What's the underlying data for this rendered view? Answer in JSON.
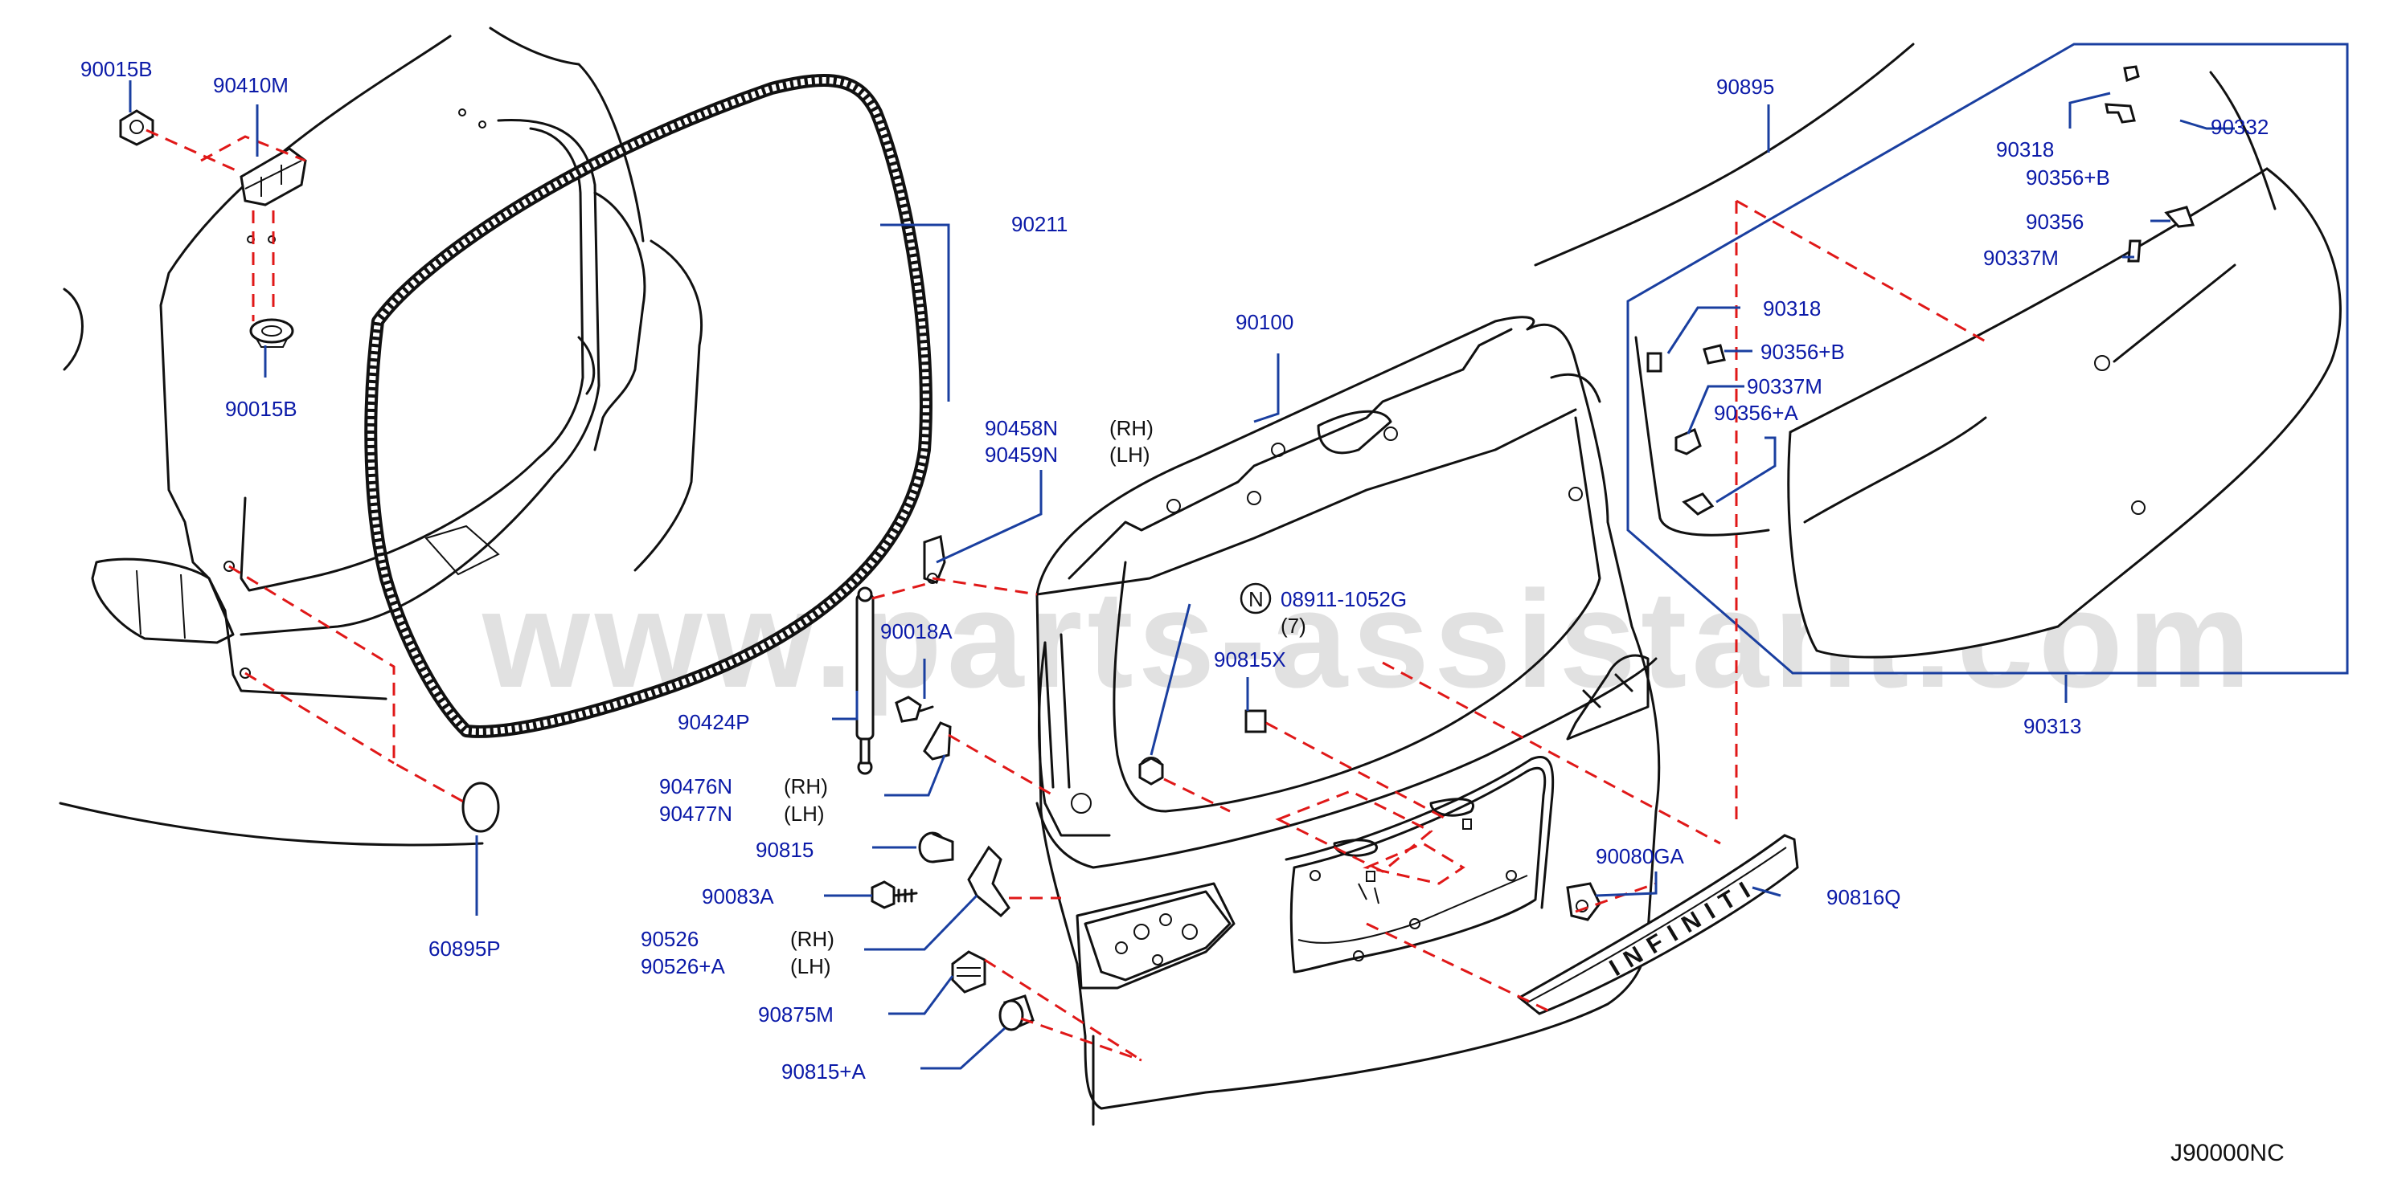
{
  "watermark": "www.parts-assistant.com",
  "diagram_code": "J90000NC",
  "emblem_text": "INFINITI",
  "note_symbol": "N",
  "parts": {
    "p90015B_top": "90015B",
    "p90410M": "90410M",
    "p90015B_bottom": "90015B",
    "p90211": "90211",
    "p60895P": "60895P",
    "p90100": "90100",
    "p90458N": "90458N",
    "p90459N": "90459N",
    "p90018A": "90018A",
    "p90424P": "90424P",
    "p90476N": "90476N",
    "p90477N": "90477N",
    "p90815": "90815",
    "p90083A": "90083A",
    "p90526": "90526",
    "p90526A": "90526+A",
    "p90875M": "90875M",
    "p90815A": "90815+A",
    "p08911": "08911-1052G",
    "p08911_qty": "(7)",
    "p90815X": "90815X",
    "p90080GA": "90080GA",
    "p90816Q": "90816Q",
    "p90895": "90895",
    "p90318_top": "90318",
    "p90332": "90332",
    "p90356B_top": "90356+B",
    "p90356": "90356",
    "p90337M_top": "90337M",
    "p90318_mid": "90318",
    "p90356B_mid": "90356+B",
    "p90337M_mid": "90337M",
    "p90356A": "90356+A",
    "p90313": "90313"
  },
  "sides": {
    "rh": "(RH)",
    "lh": "(LH)"
  },
  "colors": {
    "label": "#0b1aa8",
    "leader": "#1a3fa0",
    "dashed_guide": "#e01818",
    "line_art": "#111111",
    "watermark": "#c9c9c9"
  }
}
